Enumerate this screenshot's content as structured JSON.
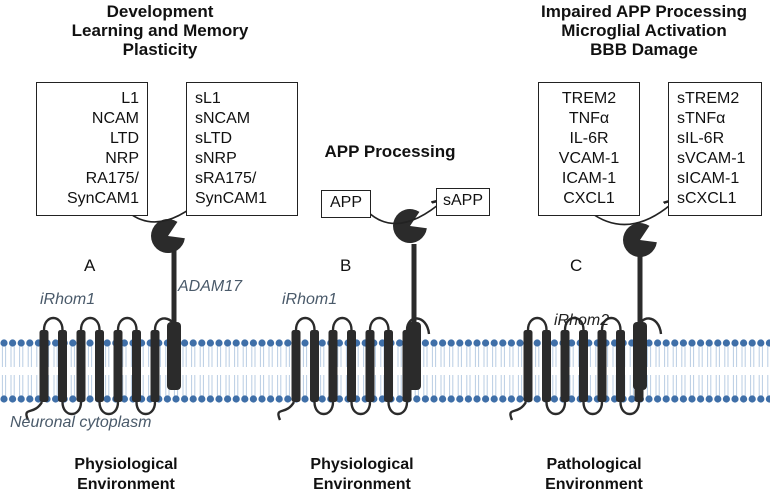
{
  "headings": {
    "a": [
      "Development",
      "Learning and Memory",
      "Plasticity"
    ],
    "b": [
      "APP Processing"
    ],
    "c": [
      "Impaired APP Processing",
      "Microglial Activation",
      "BBB Damage"
    ]
  },
  "panel_a": {
    "letter": "A",
    "substrates": [
      "L1",
      "NCAM",
      "LTD",
      "NRP",
      "RA175/",
      "SynCAM1"
    ],
    "products": [
      "sL1",
      "sNCAM",
      "sLTD",
      "sNRP",
      "sRA175/",
      "SynCAM1"
    ],
    "rhom_label": "iRhom1",
    "protease_label": "ADAM17",
    "cytoplasm_label": "Neuronal cytoplasm",
    "environment": [
      "Physiological",
      "Environment"
    ]
  },
  "panel_b": {
    "letter": "B",
    "substrate": "APP",
    "product": "sAPP",
    "rhom_label": "iRhom1",
    "environment": [
      "Physiological",
      "Environment"
    ]
  },
  "panel_c": {
    "letter": "C",
    "substrates": [
      "TREM2",
      "TNFα",
      "IL-6R",
      "VCAM-1",
      "ICAM-1",
      "CXCL1"
    ],
    "products": [
      "sTREM2",
      "sTNFα",
      "sIL-6R",
      "sVCAM-1",
      "sICAM-1",
      "sCXCL1"
    ],
    "rhom_label": "iRhom2",
    "environment": [
      "Pathological",
      "Environment"
    ]
  },
  "colors": {
    "membrane_head": "#3f6fa8",
    "membrane_tail": "#b9cde3",
    "protein": "#2b2b2b"
  }
}
